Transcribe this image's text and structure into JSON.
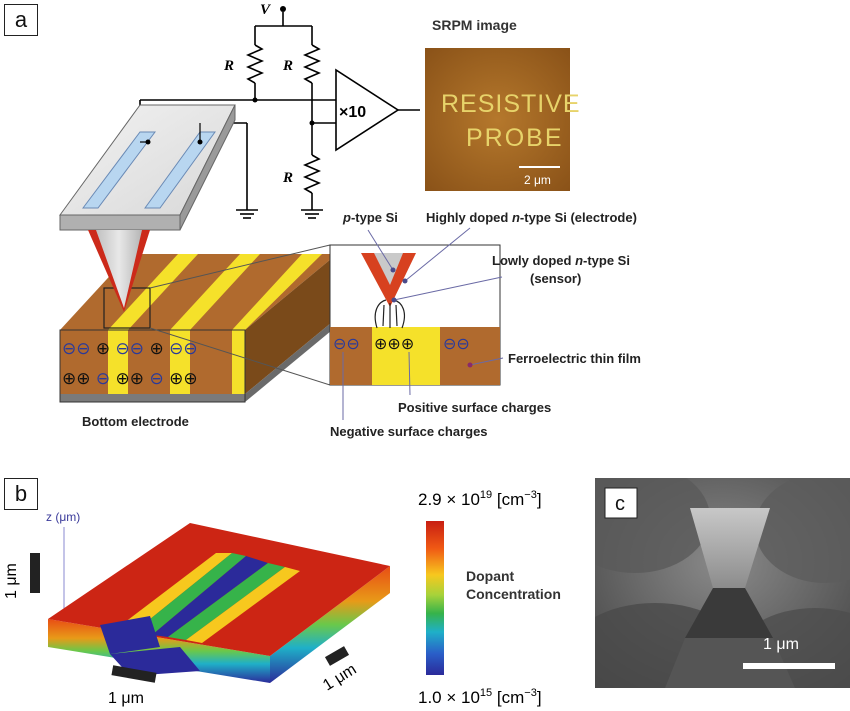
{
  "panels": {
    "a": {
      "tag": "a",
      "circuit": {
        "voltage": "V",
        "r1": "R",
        "r2": "R",
        "r3": "R",
        "amp_gain": "×10"
      },
      "srpm": {
        "title": "SRPM image",
        "line1": "RESISTIVE",
        "line2": "PROBE",
        "scale": "2 μm"
      },
      "cantilever": {
        "sublabels": {
          "p_type_prefix": "p",
          "p_type_suffix": "-type Si",
          "highly_doped_prefix": "Highly doped ",
          "highly_doped_n": "n",
          "highly_doped_suffix": "-type Si (electrode)",
          "lowly_doped_prefix": "Lowly doped ",
          "lowly_doped_n": "n",
          "lowly_doped_suffix": "-type Si",
          "lowly_doped_line2": "(sensor)"
        }
      },
      "labels": {
        "ferroelectric": "Ferroelectric thin film",
        "positive_charges": "Positive surface charges",
        "negative_charges": "Negative surface charges",
        "bottom_electrode": "Bottom electrode"
      },
      "charge_symbols": {
        "neg": "⊖",
        "pos": "⊕"
      }
    },
    "b": {
      "tag": "b",
      "axis_z": "z (μm)",
      "scale_vertical": "1 μm",
      "scale_front": "1 μm",
      "scale_right": "1 μm",
      "colorbar": {
        "max_label": "2.9 × 10",
        "max_exp": "19",
        "max_unit": " [cm",
        "max_unit_exp": "−3",
        "max_unit_close": "]",
        "min_label": "1.0 × 10",
        "min_exp": "15",
        "min_unit": " [cm",
        "min_unit_exp": "−3",
        "min_unit_close": "]",
        "title_line1": "Dopant",
        "title_line2": "Concentration",
        "colors": [
          "#c81e12",
          "#f05a14",
          "#f7c81e",
          "#a7d23a",
          "#36b34a",
          "#1fb0c8",
          "#2a5fc8",
          "#2b2a9a"
        ]
      }
    },
    "c": {
      "tag": "c",
      "scale": "1 μm"
    }
  }
}
